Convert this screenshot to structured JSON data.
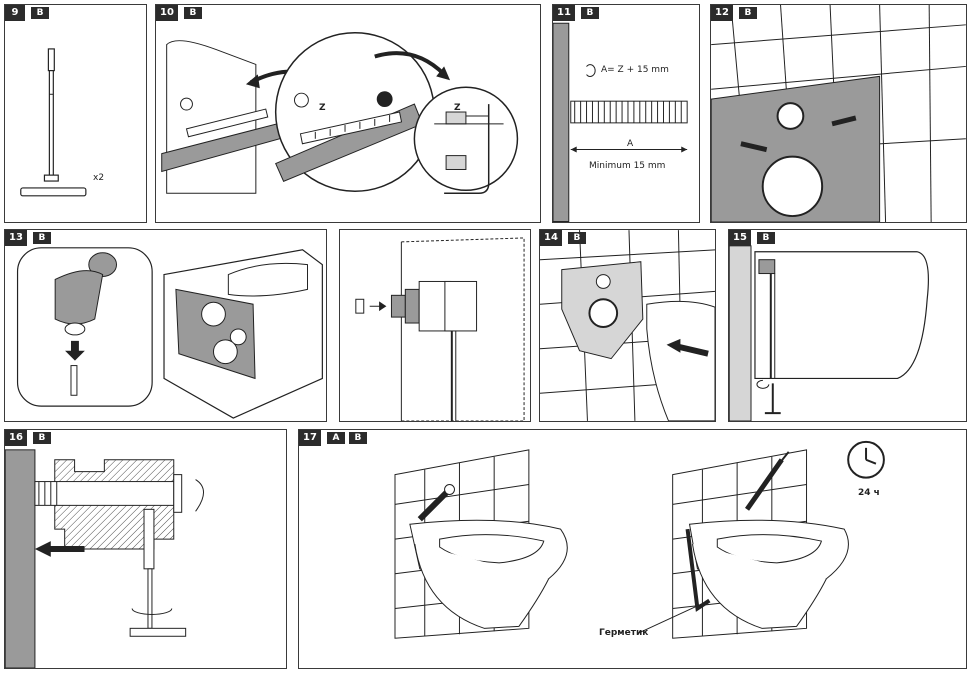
{
  "panels": {
    "p9": {
      "num": "9",
      "letters": [
        "B"
      ],
      "qty": "x2"
    },
    "p10": {
      "num": "10",
      "letters": [
        "B"
      ],
      "dim_z": "Z",
      "dim_z2": "Z"
    },
    "p11": {
      "num": "11",
      "letters": [
        "B"
      ],
      "formula": "A= Z + 15 mm",
      "dim_a": "A",
      "minimum": "Minimum 15 mm"
    },
    "p12": {
      "num": "12",
      "letters": [
        "B"
      ]
    },
    "p13": {
      "num": "13",
      "letters": [
        "B"
      ]
    },
    "p14": {
      "num": "14",
      "letters": [
        "B"
      ]
    },
    "p15": {
      "num": "15",
      "letters": [
        "B"
      ]
    },
    "p16": {
      "num": "16",
      "letters": [
        "B"
      ]
    },
    "p17": {
      "num": "17",
      "letters": [
        "A",
        "B"
      ],
      "time": "24 ч",
      "sealant": "Герметик"
    }
  },
  "colors": {
    "line": "#222222",
    "gray": "#9a9a9a",
    "lightgray": "#d6d6d6",
    "tag_bg": "#2b2b2b"
  }
}
